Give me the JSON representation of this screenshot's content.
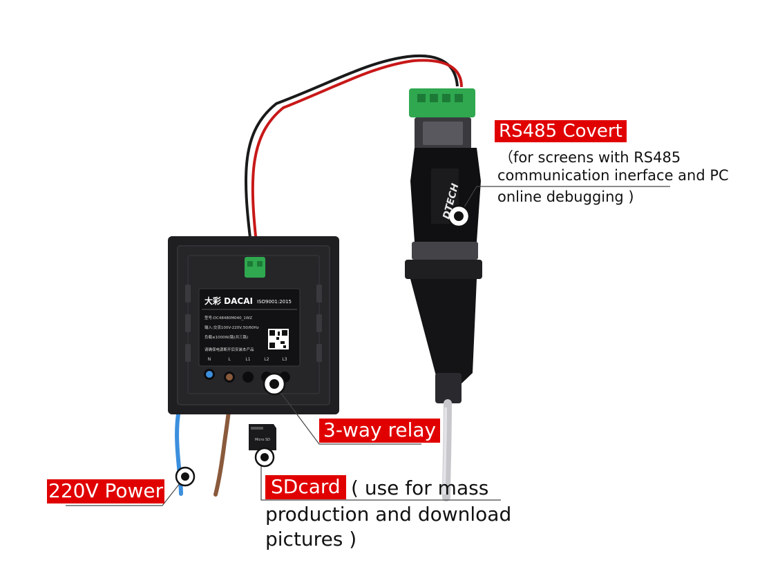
{
  "colors": {
    "label_bg": "#e00000",
    "label_text": "#ffffff",
    "leader_line": "#444444",
    "panel": "#1f1f22",
    "terminal_green": "#2fa84f",
    "wire_red": "#c81818",
    "wire_black": "#1a1a1a",
    "wire_blue": "#3c8fdd",
    "wire_brown": "#8a5a3c"
  },
  "panel": {
    "brand": "大彩 DACAI",
    "iso": "ISO9001:2015",
    "model_line": "型号:DC48480M040_1WZ",
    "input_line": "输入:交流100V-220V,50/60Hz",
    "load_line": "负载≤1000W/路(共三路)",
    "warning_line": "请确保电源断开后安装本产品",
    "terminals": [
      "N",
      "L",
      "L1",
      "L2",
      "L3"
    ]
  },
  "adapter": {
    "brand": "DTECH"
  },
  "sdcard": {
    "text": "Micro SD"
  },
  "labels": {
    "rs485": {
      "title": "RS485 Covert",
      "desc_lines": [
        "（for screens with RS485",
        "communication inerface and PC",
        "online debugging )"
      ]
    },
    "relay": {
      "title": "3-way relay"
    },
    "power": {
      "title": "220V Power"
    },
    "sdcard": {
      "title": "SDcard",
      "desc_first": "( use for mass",
      "desc_lines": [
        "production and download",
        "pictures )"
      ]
    }
  },
  "icons": [
    "callout-dot-icon",
    "qr-code-icon"
  ]
}
